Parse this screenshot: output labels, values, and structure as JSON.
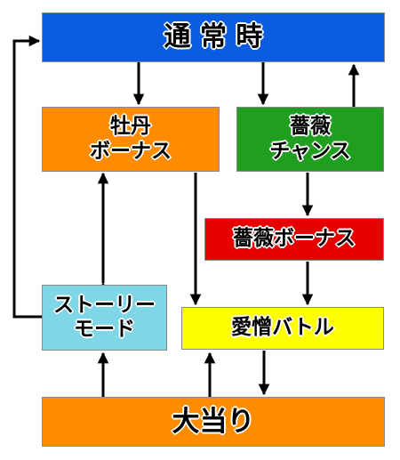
{
  "nodes": {
    "normal": {
      "lines": [
        "通 常 時"
      ],
      "color": "#0a5de0"
    },
    "botan": {
      "lines": [
        "牡丹",
        "ボーナス"
      ],
      "color": "#ff8c00"
    },
    "bara_chance": {
      "lines": [
        "薔薇",
        "チャンス"
      ],
      "color": "#1f9e1f"
    },
    "bara_bonus": {
      "lines": [
        "薔薇ボーナス"
      ],
      "color": "#e60000"
    },
    "story": {
      "lines": [
        "ストーリー",
        "モード"
      ],
      "color": "#7fd6e6"
    },
    "battle": {
      "lines": [
        "愛憎バトル"
      ],
      "color": "#ffff00"
    },
    "jackpot": {
      "lines": [
        "大当り"
      ],
      "color": "#ff8c00"
    }
  }
}
